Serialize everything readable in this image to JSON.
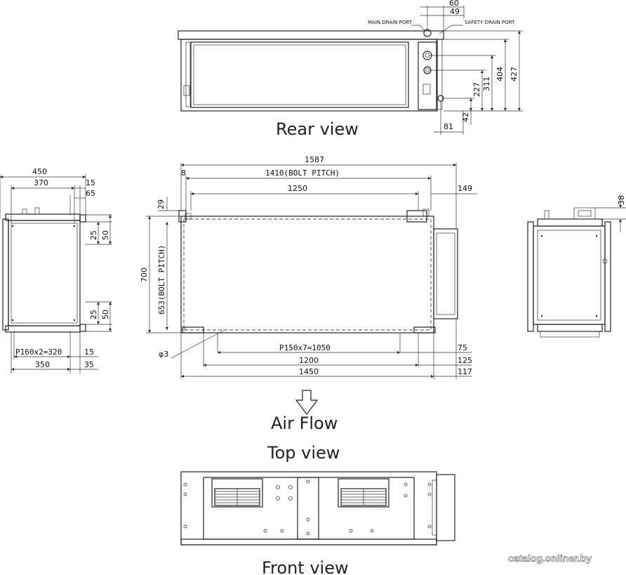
{
  "views": {
    "rear": "Rear view",
    "top": "Top view",
    "front": "Front view",
    "airflow": "Air Flow"
  },
  "callouts": {
    "main_drain": "MAIN DRAIN PORT",
    "safety_drain": "SAFETY DRAIN PORT"
  },
  "rear_dims": {
    "d60": "60",
    "d49": "49",
    "d427": "427",
    "d404": "404",
    "d311": "311",
    "d227": "227",
    "d42": "42",
    "d81": "81"
  },
  "top_dims": {
    "d1587": "1587",
    "d8": "8",
    "bolt_pitch_1410": "1410(BOLT PITCH)",
    "d1250": "1250",
    "d149": "149",
    "d29": "29",
    "d700": "700",
    "bolt_pitch_653": "653(BOLT PITCH)",
    "phi3": "φ3",
    "p150": "P150x7=1050",
    "d75": "75",
    "d1200": "1200",
    "d125": "125",
    "d1450": "1450",
    "d117": "117"
  },
  "left_dims": {
    "d450": "450",
    "d370": "370",
    "d15a": "15",
    "d65": "65",
    "d25a": "25",
    "d50a": "50",
    "d25b": "25",
    "d50b": "50",
    "p160": "P160x2=320",
    "d15b": "15",
    "d350": "350",
    "d35": "35"
  },
  "right_dims": {
    "d38": "38"
  },
  "watermark": "catalog.onliner.by"
}
